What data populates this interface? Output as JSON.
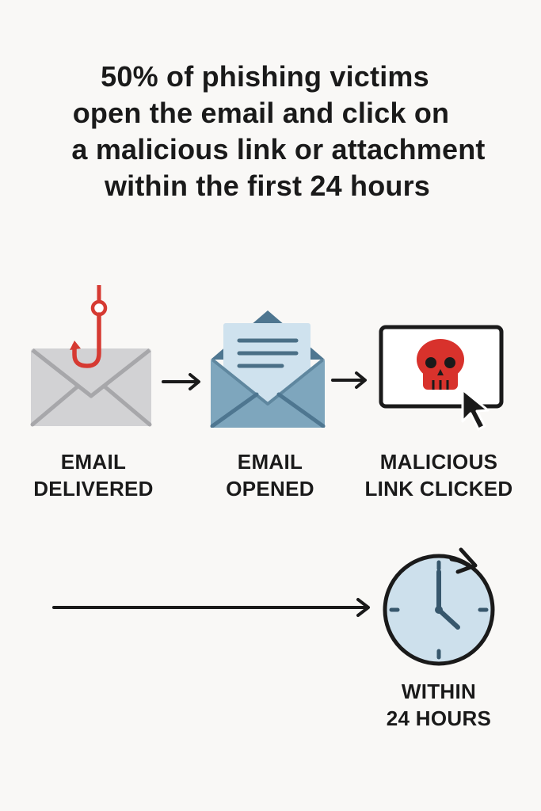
{
  "headline": {
    "line1": "50% of phishing victims",
    "line2": "open the email and click on",
    "line3": "a malicious link or attachment",
    "line4": "within the first 24 hours"
  },
  "steps": [
    {
      "line1": "EMAIL",
      "line2": "DELIVERED",
      "icon": "hooked-envelope-icon"
    },
    {
      "line1": "EMAIL",
      "line2": "OPENED",
      "icon": "open-envelope-icon"
    },
    {
      "line1": "MALICIOUS",
      "line2": "LINK CLICKED",
      "icon": "skull-screen-icon"
    }
  ],
  "timeframe": {
    "line1": "WITHIN",
    "line2": "24 HOURS",
    "icon": "clock-icon"
  },
  "colors": {
    "background": "#f9f8f6",
    "text": "#1a1a1a",
    "hook_red": "#d63a32",
    "skull_red": "#d8322c",
    "envelope_gray": "#d2d2d4",
    "envelope_blue": "#7ea6bd",
    "letter_blue": "#cfe2ee",
    "clock_face": "#cde0ec",
    "clock_hands": "#37576c"
  }
}
